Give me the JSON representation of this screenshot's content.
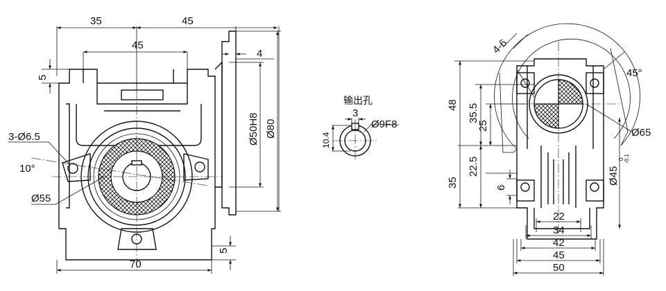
{
  "front_view": {
    "dim_top_left": "35",
    "dim_top_right": "45",
    "dim_inner_top": "45",
    "dim_flange_height": "5",
    "dim_hole_label": "3-Ø6.5",
    "dim_angle": "10°",
    "dim_bore_circle": "Ø55",
    "dim_bottom_width": "70",
    "dim_bottom_height": "5",
    "dim_flange_thickness": "4",
    "dim_spigot": "Ø50H8",
    "dim_flange_dia": "Ø80"
  },
  "output_hole": {
    "caption": "输出孔",
    "keyway_width": "3",
    "bore": "Ø9F8",
    "depth": "10.4"
  },
  "side_view": {
    "dim_slot": "4-6",
    "dim_angle": "45°",
    "dim_48": "48",
    "dim_35_5": "35.5",
    "dim_25": "25",
    "dim_22_5": "22.5",
    "dim_35": "35",
    "dim_6": "6",
    "dim_phi65": "Ø65",
    "dim_phi45": "Ø45",
    "dim_phi45_tol_upper": "0",
    "dim_phi45_tol_lower": "-0.1",
    "dim_22": "22",
    "dim_34": "34",
    "dim_42": "42",
    "dim_45": "45",
    "dim_50": "50"
  },
  "colors": {
    "line": "#111111",
    "background": "#ffffff"
  }
}
